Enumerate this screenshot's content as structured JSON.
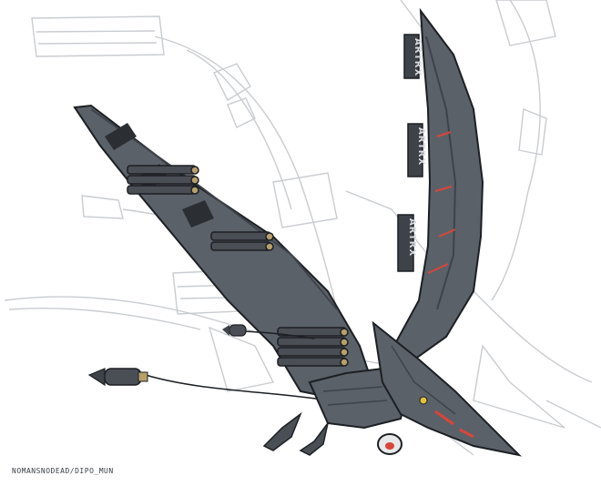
{
  "credit": {
    "text": "NOMANSNODEAD/DIPO_MUN"
  },
  "wing_labels": [
    "ARTRX",
    "ARTRX",
    "ARTRX"
  ],
  "colors": {
    "background": "#ffffff",
    "body": "#5b6169",
    "body_dark": "#3e434a",
    "outline": "#1c1f23",
    "accent_red": "#d9453a",
    "accent_yellow": "#e2c23a",
    "sketch": "#c9ccd0"
  }
}
